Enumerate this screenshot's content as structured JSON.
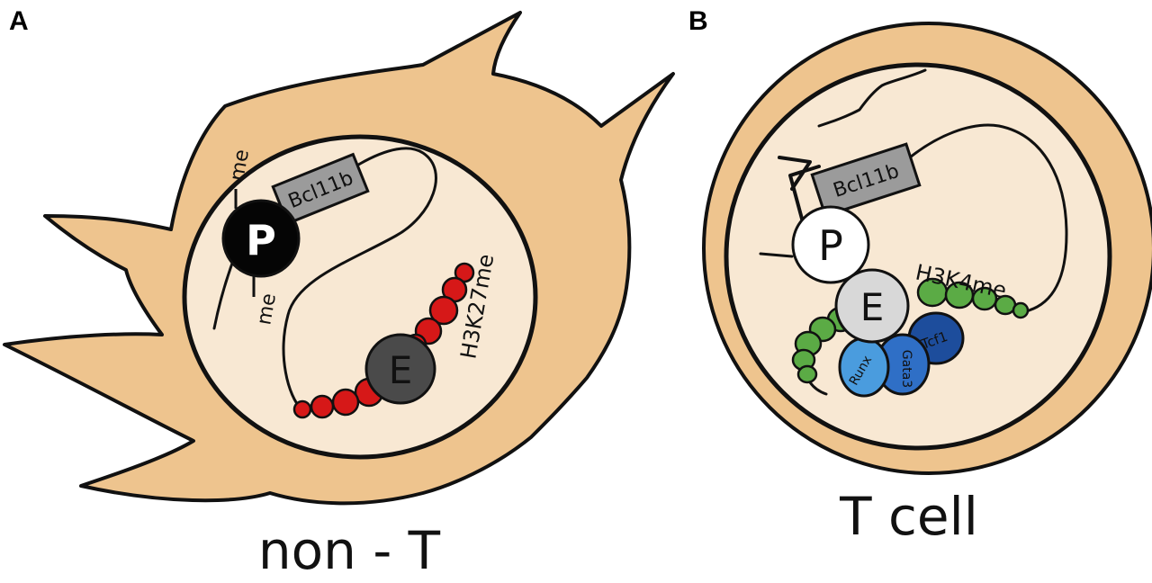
{
  "panels": {
    "a": {
      "letter": "A",
      "caption": "non - T",
      "gene_label": "Bcl11b",
      "promoter_label": "P",
      "enhancer_label": "E",
      "methyl_top": "me",
      "methyl_bottom": "me",
      "mark_label": "H3K27me"
    },
    "b": {
      "letter": "B",
      "caption": "T cell",
      "gene_label": "Bcl11b",
      "promoter_label": "P",
      "enhancer_label": "E",
      "mark_label": "H3K4me",
      "tf_1": "Runx",
      "tf_2": "Gata3",
      "tf_3": "Tcf1"
    }
  },
  "colors": {
    "cytoplasm": "#eec48e",
    "nucleus": "#f8e8d3",
    "outline": "#111111",
    "gene_box": "#9b9b9b",
    "promoter_silent": "#050505",
    "enhancer_silent": "#4a4a4a",
    "h3k27me_beads": "#d61818",
    "h3k4me_beads": "#5bab45",
    "enhancer_active": "#d8d8d8",
    "tf_runx": "#4a9cde",
    "tf_gata3": "#2f6fc6",
    "tf_tcf1": "#1d4d9c"
  }
}
